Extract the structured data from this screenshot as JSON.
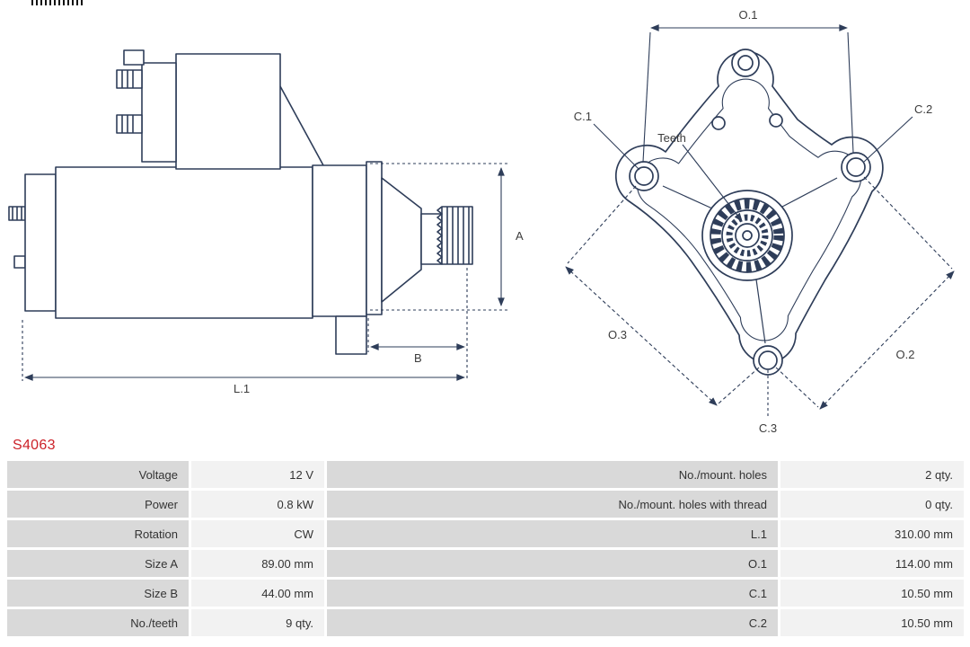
{
  "page": {
    "part_number": "S4063"
  },
  "colors": {
    "part_number_red": "#cc2229",
    "drawing_line": "#2e3d59",
    "dimension_text": "#3c3c3c",
    "table_label_bg": "#d9d9d9",
    "table_value_bg": "#f2f2f2"
  },
  "diagram": {
    "side_view": {
      "dim_a": "A",
      "dim_b": "B",
      "dim_l1": "L.1"
    },
    "front_view": {
      "dim_o1": "O.1",
      "dim_o2": "O.2",
      "dim_o3": "O.3",
      "dim_c1": "C.1",
      "dim_c2": "C.2",
      "dim_c3": "C.3",
      "teeth": "Teeth"
    }
  },
  "table": {
    "rows": [
      {
        "param": "Voltage",
        "value": "12 V",
        "param2": "No./mount. holes",
        "value2": "2 qty."
      },
      {
        "param": "Power",
        "value": "0.8 kW",
        "param2": "No./mount. holes with thread",
        "value2": "0 qty."
      },
      {
        "param": "Rotation",
        "value": "CW",
        "param2": "L.1",
        "value2": "310.00 mm"
      },
      {
        "param": "Size A",
        "value": "89.00 mm",
        "param2": "O.1",
        "value2": "114.00 mm"
      },
      {
        "param": "Size B",
        "value": "44.00 mm",
        "param2": "C.1",
        "value2": "10.50 mm"
      },
      {
        "param": "No./teeth",
        "value": "9 qty.",
        "param2": "C.2",
        "value2": "10.50 mm"
      }
    ]
  }
}
